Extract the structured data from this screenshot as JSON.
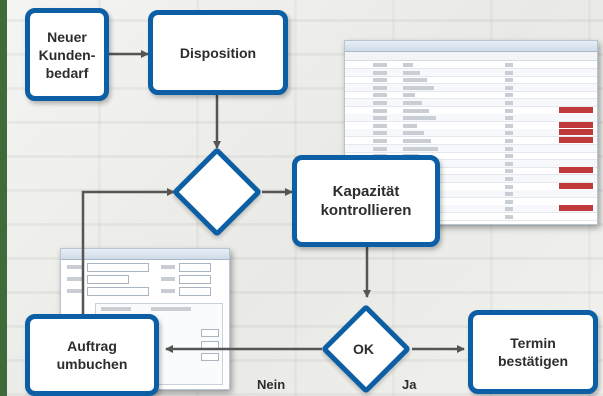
{
  "nodes": {
    "neuer_kundenbedarf": "Neuer\nKunden-\nbedarf",
    "disposition": "Disposition",
    "kapazitaet": "Kapazität\nkontrollieren",
    "ok": "OK",
    "auftrag_umbuchen": "Auftrag\numbuchen",
    "termin_bestaetigen": "Termin\nbestätigen"
  },
  "edge_labels": {
    "nein": "Nein",
    "ja": "Ja"
  },
  "colors": {
    "box_border": "#0c5fa5",
    "arrow": "#555555",
    "highlight_cell": "#c0393b"
  }
}
